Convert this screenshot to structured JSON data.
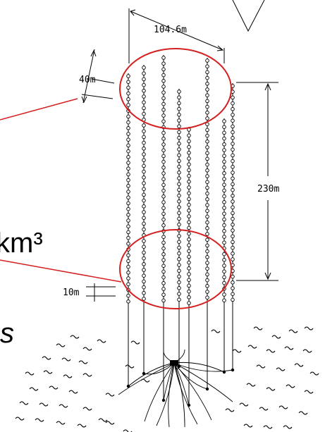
{
  "diagram": {
    "labels": {
      "width": "104.6m",
      "string_spacing": "40m",
      "height": "230m",
      "om_spacing": "10m"
    },
    "partial_text": {
      "volume": "km³",
      "fragment": "s"
    },
    "colors": {
      "highlight": "#d42020",
      "ink": "#000000"
    }
  }
}
